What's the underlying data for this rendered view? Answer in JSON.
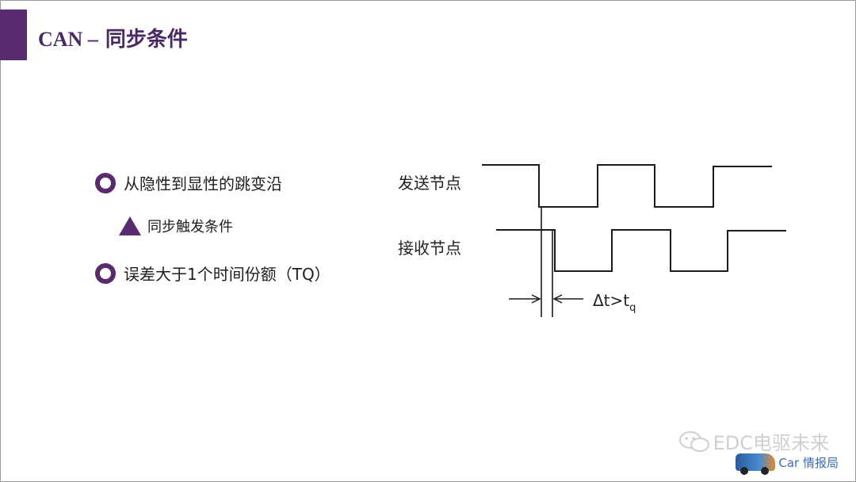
{
  "slide": {
    "title_latin": "CAN –",
    "title_cjk": " 同步条件"
  },
  "bullets": {
    "item1": "从隐性到显性的跳变沿",
    "sub1": "同步触发条件",
    "item2": "误差大于1个时间份额（TQ）"
  },
  "diagram": {
    "send_label": "发送节点",
    "recv_label": "接收节点",
    "delta_label": "Δt>t",
    "delta_sub": "q"
  },
  "footer": {
    "watermark": "EDC电驱未来",
    "logo_text": "Car 情报局"
  },
  "colors": {
    "accent": "#5a2a6e",
    "title": "#4a2a64"
  }
}
